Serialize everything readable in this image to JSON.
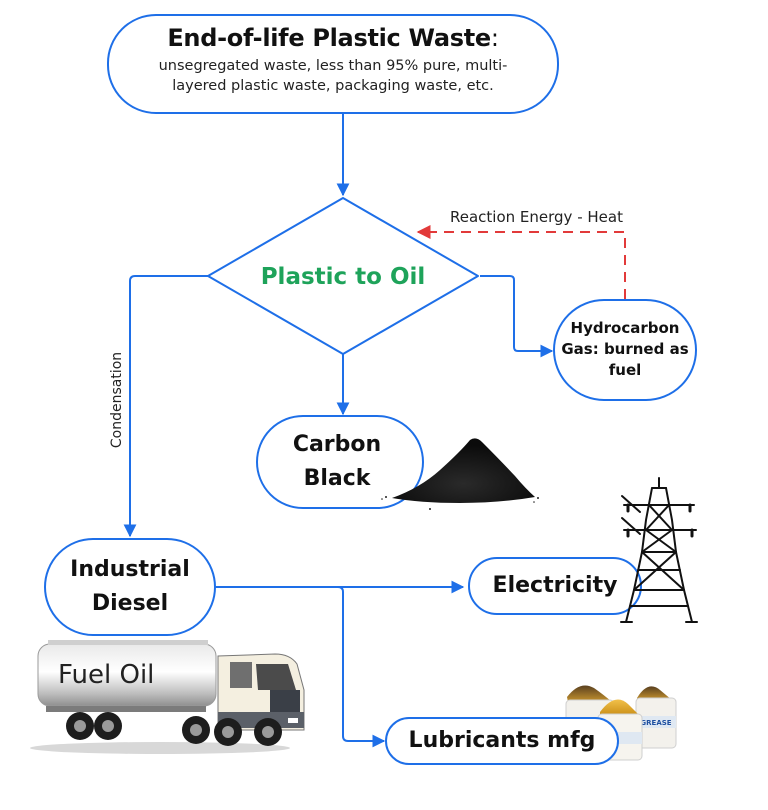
{
  "colors": {
    "flow_line": "#1e6fe8",
    "feedback_line": "#e23a3a",
    "process_text": "#1ea35a",
    "text": "#111111"
  },
  "nodes": {
    "source": {
      "title": "End-of-life Plastic Waste",
      "title_suffix": ":",
      "description_line1": "unsegregated waste, less than 95% pure, multi-",
      "description_line2": "layered  plastic waste, packaging waste, etc."
    },
    "process": {
      "label": "Plastic to Oil",
      "shape": "diamond"
    },
    "hydrocarbon_gas": {
      "line1": "Hydrocarbon",
      "line2": "Gas: burned as",
      "line3": "fuel"
    },
    "carbon_black": {
      "line1": "Carbon",
      "line2": "Black"
    },
    "industrial_diesel": {
      "line1": "Industrial",
      "line2": "Diesel"
    },
    "electricity": {
      "label": "Electricity"
    },
    "lubricants": {
      "label": "Lubricants mfg"
    }
  },
  "edges": {
    "feedback_label": "Reaction Energy - Heat",
    "condensation_label": "Condensation"
  },
  "images": {
    "carbon_pile": "carbon-black-powder-pile",
    "pylon": "electricity-transmission-tower",
    "truck": {
      "name": "fuel-tanker-truck",
      "tank_label": "Fuel Oil"
    },
    "grease": {
      "name": "grease-tubs",
      "tub_label": "GREASE"
    }
  }
}
